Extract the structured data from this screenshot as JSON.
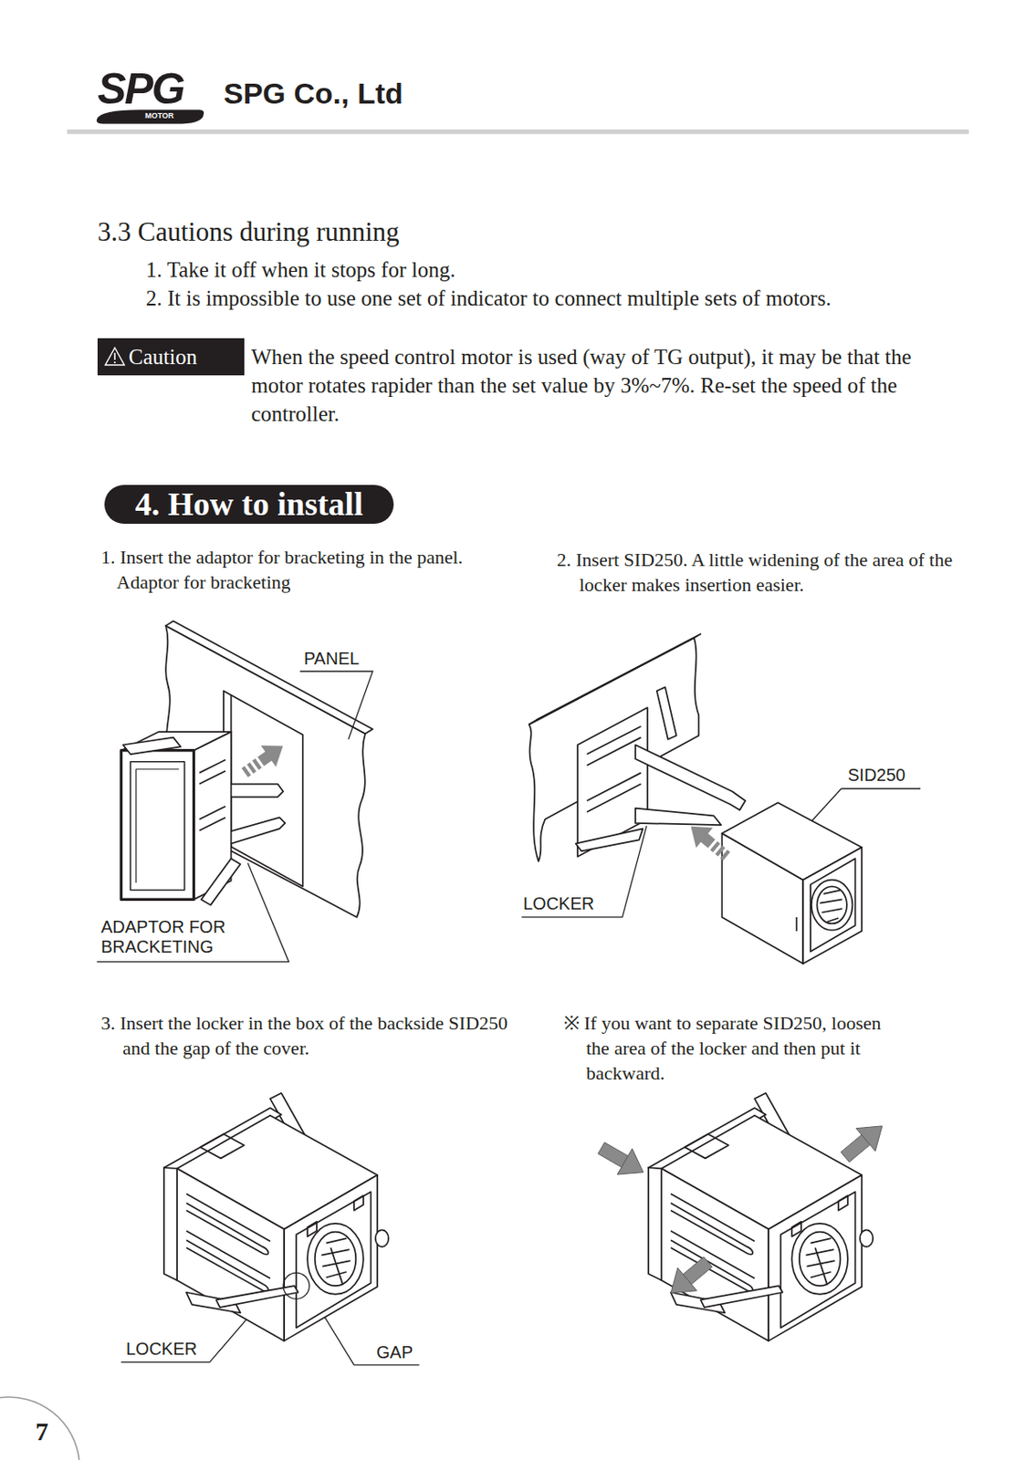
{
  "diagram": {
    "title": "4. How to install",
    "nodes": [
      {
        "text": [
          "MOTOR"
        ]
      },
      {
        "text": [
          "Caution"
        ]
      }
    ],
    "labels": [
      "SPG",
      "SPG Co., Ltd",
      "3.3 Cautions during running",
      "1. Take it off when it stops for long.",
      "2. It is impossible to use one set of indicator to connect multiple sets of motors.",
      "When the speed control motor is used (way of TG output), it may be that the motor rotates rapider than the set value by 3%~7%. Re-set the speed of the controller.",
      "1. Insert the adaptor for bracketing in the panel.",
      "Adaptor for bracketing",
      "2. Insert SID250. A little widening of the area of the locker makes insertion easier.",
      "PANEL",
      "SID250",
      "ADAPTOR FOR BRACKETING",
      "LOCKER",
      "3. Insert the locker in the box of the backside SID250 and the gap of the cover.",
      "※ If you want to separate SID250, loosen the area of the locker and then put it backward.",
      "LOCKER",
      "GAP",
      "7"
    ]
  }
}
